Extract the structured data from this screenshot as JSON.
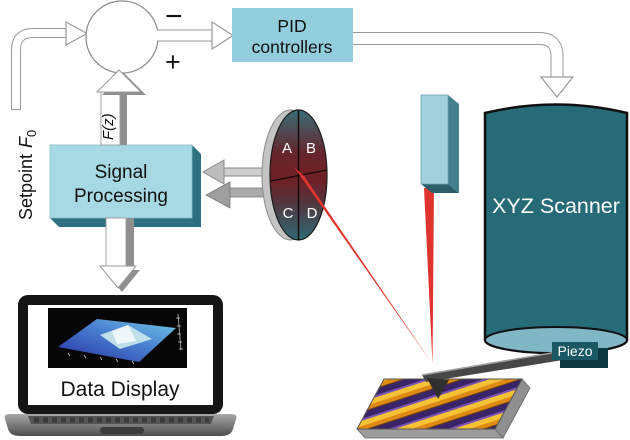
{
  "labels": {
    "setpoint": "Setpoint",
    "setpoint_f": "F",
    "setpoint_sub": "0",
    "minus": "−",
    "plus": "+",
    "force_feedback": "F(z)",
    "pid_line1": "PID",
    "pid_line2": "controllers",
    "signal_line1": "Signal",
    "signal_line2": "Processing",
    "xyz_scanner": "XYZ Scanner",
    "piezo": "Piezo",
    "data_display": "Data Display",
    "quad_a": "A",
    "quad_b": "B",
    "quad_c": "C",
    "quad_d": "D"
  },
  "colors": {
    "box_fill": "#92cedb",
    "box_fill_light": "#a6d9e3",
    "box_shadow": "#2e6f80",
    "scanner_fill": "#266b77",
    "scanner_cap": "#7fb7c4",
    "piezo_fill": "#1a5864",
    "laser_red": "#df352e"
  }
}
